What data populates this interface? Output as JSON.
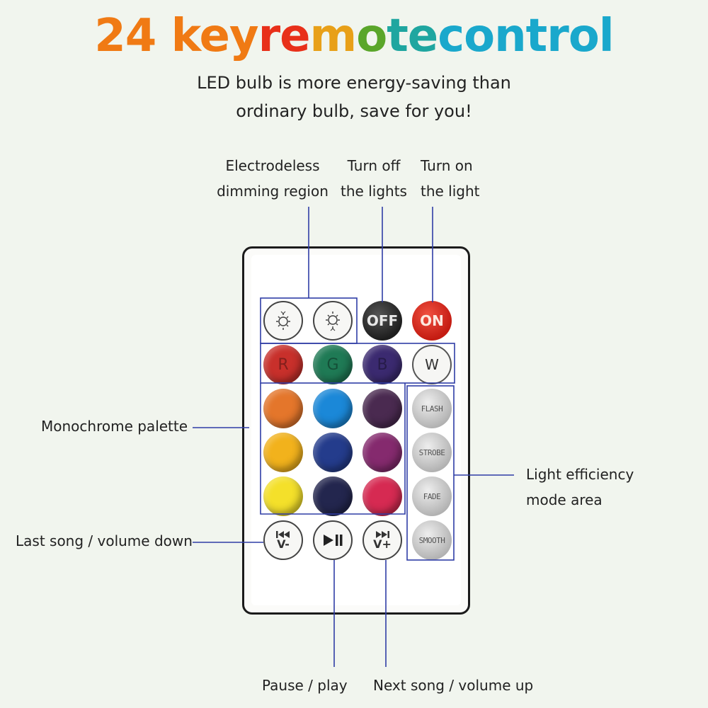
{
  "title": {
    "parts": [
      {
        "text": "24 key ",
        "color": "#f07a14"
      },
      {
        "text": "re",
        "color": "#e8301a"
      },
      {
        "text": "m",
        "color": "#e8a018"
      },
      {
        "text": "o",
        "color": "#5aa62a"
      },
      {
        "text": "te",
        "color": "#1fa6a0"
      },
      {
        "text": " control",
        "color": "#1aa8cc"
      }
    ]
  },
  "subtitle": {
    "line1": "LED bulb is more energy-saving than",
    "line2": "ordinary bulb, save for you!"
  },
  "labels": {
    "electrodeless_1": "Electrodeless",
    "electrodeless_2": "dimming region",
    "turn_off_1": "Turn off",
    "turn_off_2": "the lights",
    "turn_on_1": "Turn on",
    "turn_on_2": "the light",
    "monochrome": "Monochrome palette",
    "efficiency_1": "Light efficiency",
    "efficiency_2": "mode area",
    "last_song": "Last song / volume down",
    "pause_play": "Pause / play",
    "next_song": "Next song / volume up"
  },
  "remote": {
    "top_row": {
      "brightness_down_icon": "sun-down-icon",
      "brightness_up_icon": "sun-up-icon",
      "off_label": "OFF",
      "on_label": "ON"
    },
    "color_grid": [
      {
        "color": "#c8302b",
        "text": "R"
      },
      {
        "color": "#1f7a55",
        "text": "G"
      },
      {
        "color": "#3b2a70",
        "text": "B"
      },
      {
        "color": "#e4762b",
        "text": ""
      },
      {
        "color": "#1b88d8",
        "text": ""
      },
      {
        "color": "#4a2a50",
        "text": ""
      },
      {
        "color": "#f2b21c",
        "text": ""
      },
      {
        "color": "#243c8c",
        "text": ""
      },
      {
        "color": "#852a6e",
        "text": ""
      },
      {
        "color": "#f4e02a",
        "text": ""
      },
      {
        "color": "#23264e",
        "text": ""
      },
      {
        "color": "#d62a52",
        "text": ""
      }
    ],
    "white_label": "W",
    "modes": [
      "FLASH",
      "STROBE",
      "FADE",
      "SMOOTH"
    ],
    "media": {
      "prev_sub": "V-",
      "next_sub": "V+",
      "prev_icon": "skip-back-icon",
      "play_icon": "play-pause-icon",
      "next_icon": "skip-forward-icon"
    }
  },
  "colors": {
    "callout_line": "#2f3da6",
    "background": "#f1f5ee"
  }
}
